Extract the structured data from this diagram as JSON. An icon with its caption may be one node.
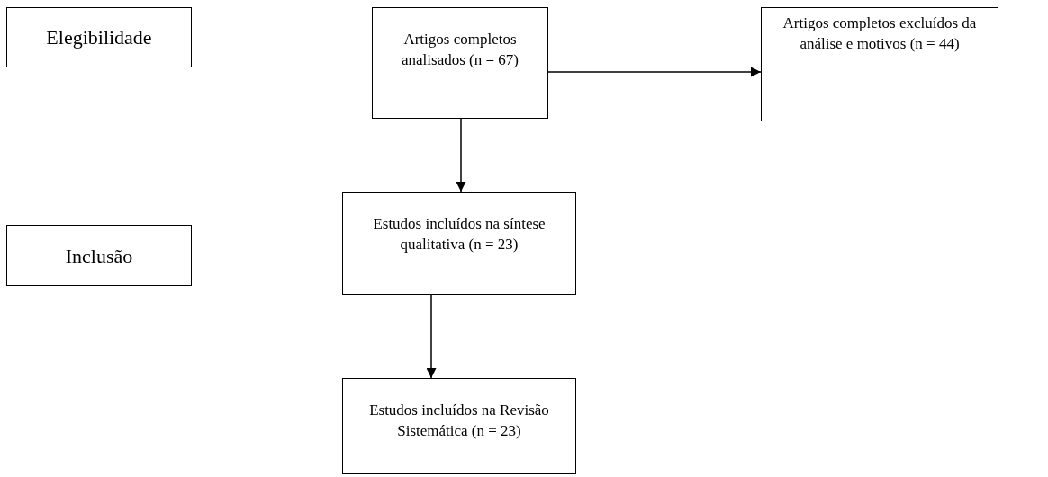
{
  "diagram": {
    "nodes": [
      {
        "text": [
          "Elegibilidade"
        ]
      },
      {
        "text": [
          "Artigos completos analisados (n = 67)"
        ]
      },
      {
        "text": [
          "Artigos completos excluídos da análise e motivos (n = 44)"
        ]
      },
      {
        "text": [
          "Estudos incluídos na síntese qualitativa (n = 23)"
        ]
      },
      {
        "text": [
          "Inclusão"
        ]
      },
      {
        "text": [
          "Estudos incluídos na Revisão Sistemática (n = 23)"
        ]
      }
    ],
    "edges": [
      {
        "from": 1,
        "to": 2,
        "arrow": "to"
      },
      {
        "from": 1,
        "to": 3,
        "arrow": "to"
      },
      {
        "from": 3,
        "to": 5,
        "arrow": "to"
      }
    ]
  }
}
